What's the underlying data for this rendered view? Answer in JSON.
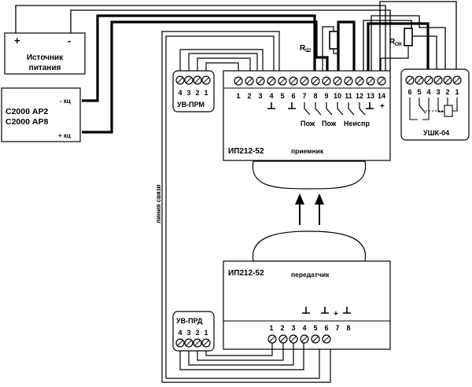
{
  "power_source": {
    "title_line1": "Источник",
    "title_line2": "питания",
    "plus": "+",
    "minus": "-"
  },
  "s2000": {
    "model_line1": "С2000 АР2",
    "model_line2": "С2000 АР8",
    "terminal_minus": "- кц",
    "terminal_plus": "+ кц"
  },
  "uv_prm": {
    "label": "УВ-ПРМ",
    "terminals": [
      "4",
      "3",
      "2",
      "1"
    ]
  },
  "uv_prd": {
    "label": "УВ-ПРД",
    "terminals": [
      "4",
      "3",
      "2",
      "1"
    ]
  },
  "receiver": {
    "model": "ИП212-52",
    "role": "приемник",
    "terminals": [
      "1",
      "2",
      "3",
      "4",
      "5",
      "6",
      "7",
      "8",
      "9",
      "10",
      "11",
      "12",
      "13",
      "14"
    ],
    "contact_labels": [
      "Пож",
      "Пож",
      "Неиспр"
    ],
    "plus": "+"
  },
  "transmitter": {
    "model": "ИП212-52",
    "role": "передатчик",
    "terminals": [
      "1",
      "2",
      "3",
      "4",
      "5",
      "6",
      "7",
      "8"
    ],
    "plus": "+"
  },
  "ushk": {
    "label": "УШК-04",
    "terminals": [
      "6",
      "5",
      "4",
      "3",
      "2",
      "1"
    ]
  },
  "resistors": {
    "rsh_main": "R",
    "rsh_sub": "Ш",
    "rok_main": "R",
    "rok_sub": "ОК"
  },
  "link_line_label": "линия связи"
}
